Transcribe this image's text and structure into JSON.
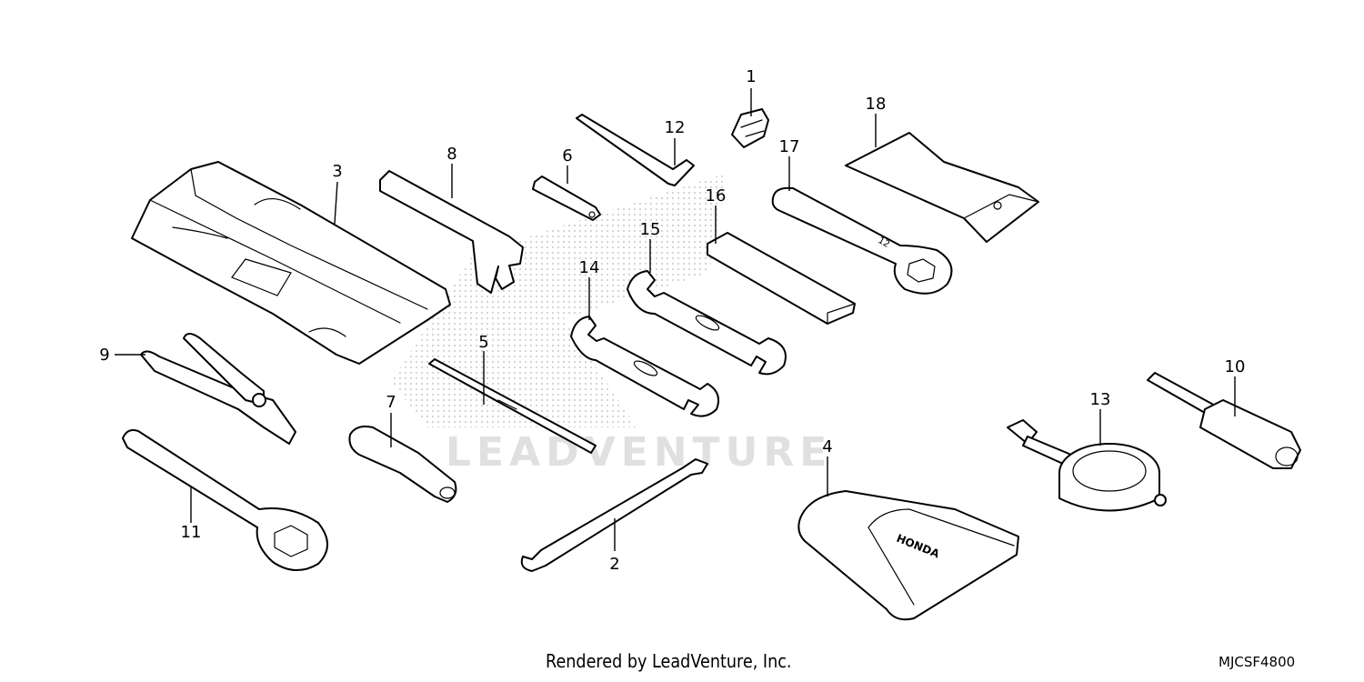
{
  "callouts": {
    "c1": "1",
    "c2": "2",
    "c3": "3",
    "c4": "4",
    "c5": "5",
    "c6": "6",
    "c7": "7",
    "c8": "8",
    "c9": "9",
    "c10": "10",
    "c11": "11",
    "c12": "12",
    "c13": "13",
    "c14": "14",
    "c15": "15",
    "c16": "16",
    "c17": "17",
    "c18": "18"
  },
  "watermark": "LEADVENTURE",
  "footer": {
    "credit": "Rendered by LeadVenture, Inc.",
    "diagram_code": "MJCSF4800"
  },
  "colors": {
    "line": "#000000",
    "watermark": "#c8c8c8",
    "background": "#ffffff"
  }
}
